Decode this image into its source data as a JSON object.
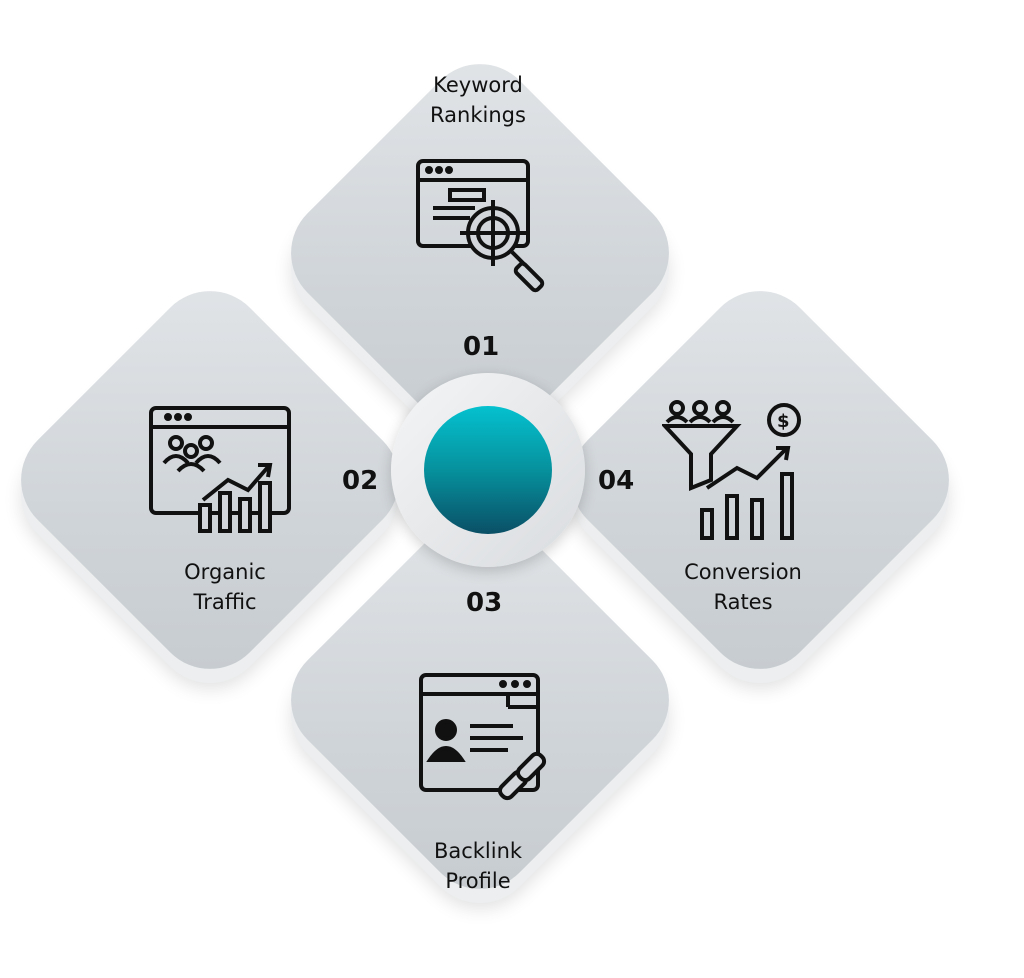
{
  "steps": [
    {
      "number": "01",
      "line1": "Keyword",
      "line2": "Rankings",
      "icon": "keyword-search-icon"
    },
    {
      "number": "02",
      "line1": "Organic",
      "line2": "Traffic",
      "icon": "organic-traffic-icon"
    },
    {
      "number": "03",
      "line1": "Backlink",
      "line2": "Profile",
      "icon": "backlink-profile-icon"
    },
    {
      "number": "04",
      "line1": "Conversion",
      "line2": "Rates",
      "icon": "conversion-funnel-icon"
    }
  ],
  "colors": {
    "accent_top": "#05c1cf",
    "accent_bottom": "#0a4f66",
    "tile": "#d3d7db"
  }
}
